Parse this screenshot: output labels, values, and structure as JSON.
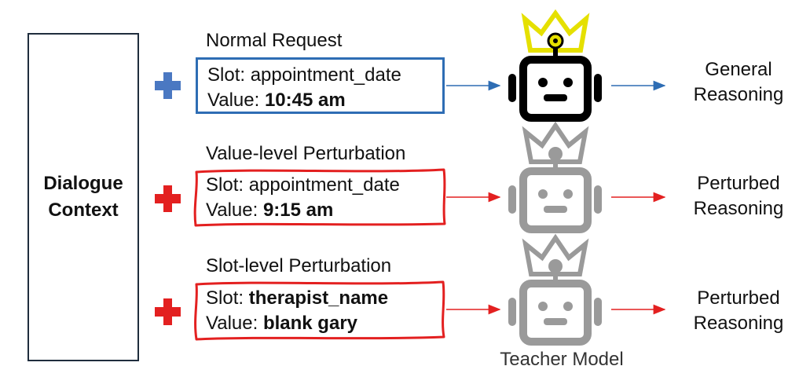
{
  "context": {
    "line1": "Dialogue",
    "line2": "Context"
  },
  "rows": [
    {
      "title": "Normal Request",
      "slot_key": "Slot:",
      "slot_value": "appointment_date",
      "value_key": "Value:",
      "value_value": "10:45 am",
      "result_line1": "General",
      "result_line2": "Reasoning"
    },
    {
      "title": "Value-level Perturbation",
      "slot_key": "Slot:",
      "slot_value": "appointment_date",
      "value_key": "Value:",
      "value_value": "9:15 am",
      "result_line1": "Perturbed",
      "result_line2": "Reasoning"
    },
    {
      "title": "Slot-level Perturbation",
      "slot_key": "Slot:",
      "slot_value": "therapist_name",
      "value_key": "Value:",
      "value_value": "blank gary",
      "result_line1": "Perturbed",
      "result_line2": "Reasoning"
    }
  ],
  "teacher_label": "Teacher Model",
  "colors": {
    "normal": "#2e6db4",
    "perturbed": "#e32020",
    "robot_active": "#000000",
    "crown_active": "#e5e000",
    "robot_inactive": "#9a9a9a"
  },
  "icons": [
    "plus-icon",
    "robot-icon",
    "crown-icon",
    "arrow-icon"
  ]
}
